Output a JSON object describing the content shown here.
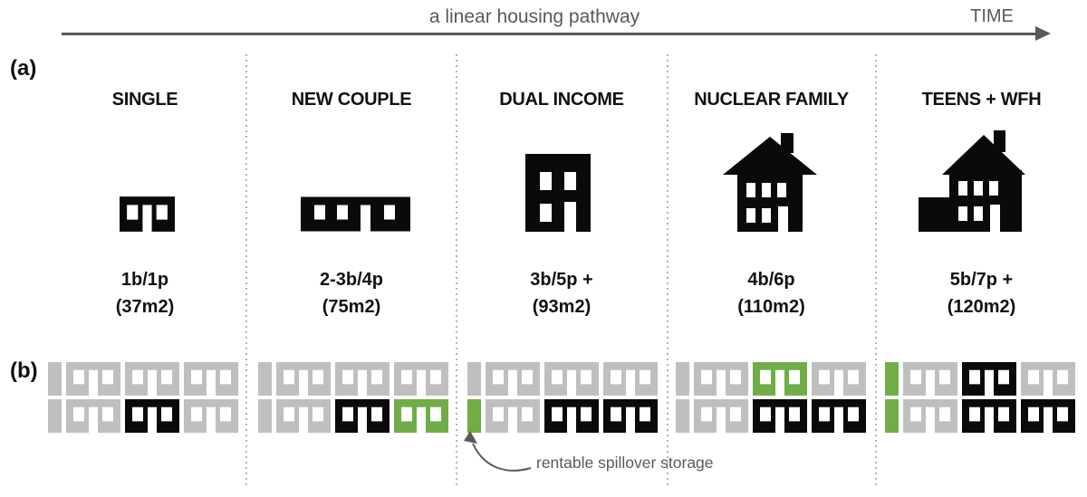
{
  "timeline": {
    "title": "a linear housing pathway",
    "time_label": "TIME"
  },
  "row_a_label": "(a)",
  "row_b_label": "(b)",
  "annotation": "rentable spillover storage",
  "colors": {
    "gray": "#bfbfbf",
    "black": "#0a0a0a",
    "green": "#70ad47",
    "text_gray": "#595959"
  },
  "stages": [
    {
      "name": "SINGLE",
      "beds": "1b/1p",
      "area": "(37m2)",
      "icon": "one-storey-duplex",
      "grid": {
        "rows": [
          {
            "bar": "gray",
            "units": [
              "gray",
              "gray",
              "gray"
            ]
          },
          {
            "bar": "gray",
            "units": [
              "gray",
              "black",
              "gray"
            ]
          }
        ]
      }
    },
    {
      "name": "NEW COUPLE",
      "beds": "2-3b/4p",
      "area": "(75m2)",
      "icon": "one-storey-terrace",
      "grid": {
        "rows": [
          {
            "bar": "gray",
            "units": [
              "gray",
              "gray",
              "gray"
            ]
          },
          {
            "bar": "gray",
            "units": [
              "gray",
              "black",
              "green"
            ]
          }
        ]
      }
    },
    {
      "name": "DUAL INCOME",
      "beds": "3b/5p +",
      "area": "(93m2)",
      "icon": "two-storey-flat",
      "grid": {
        "rows": [
          {
            "bar": "gray",
            "units": [
              "gray",
              "gray",
              "gray"
            ]
          },
          {
            "bar": "green",
            "units": [
              "gray",
              "black",
              "black"
            ]
          }
        ]
      }
    },
    {
      "name": "NUCLEAR FAMILY",
      "beds": "4b/6p",
      "area": "(110m2)",
      "icon": "detached-house",
      "grid": {
        "rows": [
          {
            "bar": "gray",
            "units": [
              "gray",
              "green",
              "gray"
            ]
          },
          {
            "bar": "gray",
            "units": [
              "gray",
              "black",
              "black"
            ]
          }
        ]
      }
    },
    {
      "name": "TEENS + WFH",
      "beds": "5b/7p +",
      "area": "(120m2)",
      "icon": "house-with-extension",
      "grid": {
        "rows": [
          {
            "bar": "green",
            "units": [
              "gray",
              "black",
              "gray"
            ]
          },
          {
            "bar": "green",
            "units": [
              "gray",
              "black",
              "black"
            ]
          }
        ]
      }
    }
  ]
}
